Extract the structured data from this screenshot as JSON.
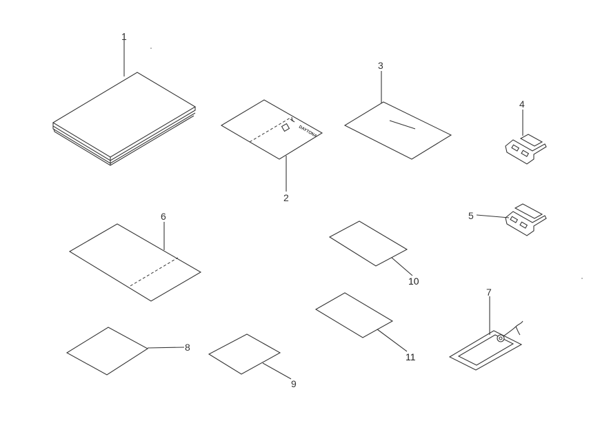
{
  "callouts": [
    {
      "id": "1",
      "part": "owners-manual"
    },
    {
      "id": "2",
      "part": "service-card"
    },
    {
      "id": "3",
      "part": "leaflet"
    },
    {
      "id": "4",
      "part": "fuse"
    },
    {
      "id": "5",
      "part": "fuse"
    },
    {
      "id": "6",
      "part": "folded-leaflet"
    },
    {
      "id": "7",
      "part": "key-tag"
    },
    {
      "id": "8",
      "part": "card"
    },
    {
      "id": "9",
      "part": "card"
    },
    {
      "id": "10",
      "part": "card"
    },
    {
      "id": "11",
      "part": "card"
    }
  ],
  "card2_marking": "DAYTONA",
  "line_color": "#333333",
  "background": "#ffffff"
}
